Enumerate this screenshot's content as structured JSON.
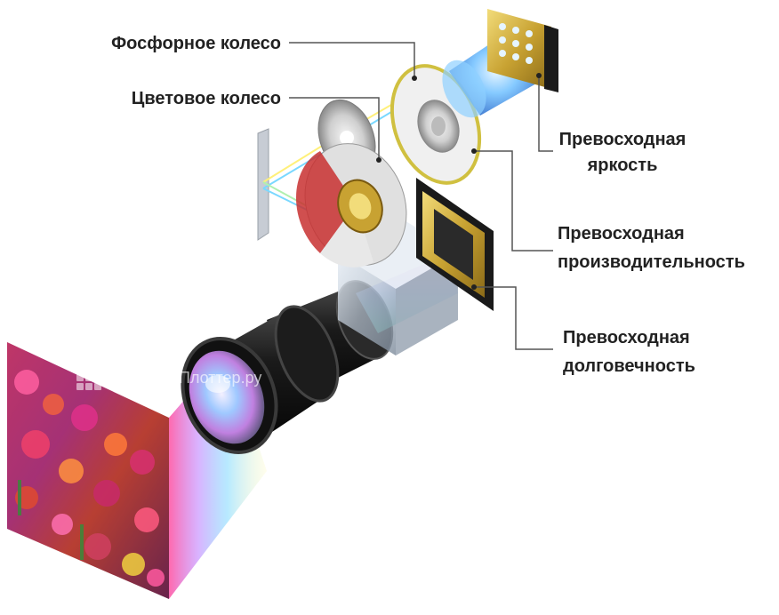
{
  "labels": {
    "phosphor_wheel": "Фосфорное колесо",
    "color_wheel": "Цветовое колесо",
    "brightness_l1": "Превосходная",
    "brightness_l2": "яркость",
    "performance_l1": "Превосходная",
    "performance_l2": "производительность",
    "durability_l1": "Превосходная",
    "durability_l2": "долговечность"
  },
  "watermark": "Принтер-Плоттер.ру",
  "colors": {
    "leader_line": "#555555",
    "label_text": "#222222",
    "gold": "#d9b84a",
    "led_blue": "#4aa8ff"
  }
}
